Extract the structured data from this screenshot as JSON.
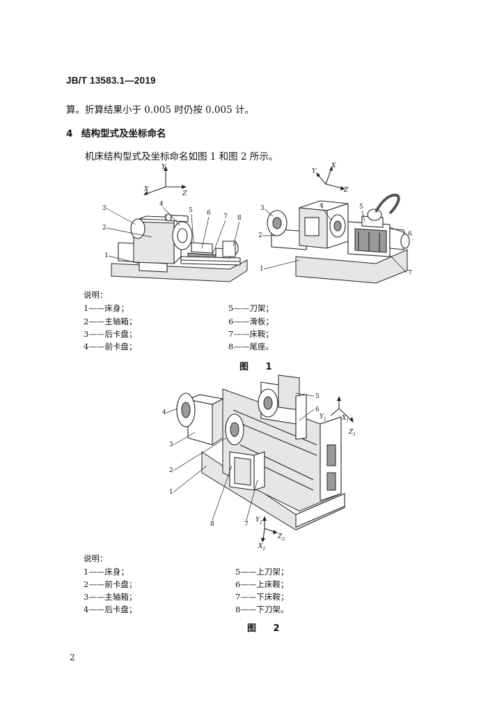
{
  "header": {
    "standard_code": "JB/T 13583.1—2019"
  },
  "continuation_text": "算。折算结果小于 0.005 时仍按 0.005 计。",
  "section": {
    "number": "4",
    "title": "结构型式及坐标命名"
  },
  "intro_text": "机床结构型式及坐标命名如图 1 和图 2 所示。",
  "figure1": {
    "axes": {
      "y": "Y",
      "x": "X",
      "z": "Z"
    },
    "axes_right": {
      "y": "Y",
      "x": "X",
      "z": "Z"
    },
    "callouts_left": [
      "3",
      "2",
      "1",
      "4",
      "5",
      "6",
      "7",
      "8"
    ],
    "callouts_right": [
      "3",
      "2",
      "1",
      "4",
      "5",
      "6",
      "7"
    ],
    "legend_title": "说明：",
    "legend_left": [
      "1——床身；",
      "2——主轴箱；",
      "3——后卡盘；",
      "4——前卡盘；"
    ],
    "legend_right": [
      "5——刀架；",
      "6——滑板；",
      "7——床鞍；",
      "8——尾座。"
    ],
    "caption": "图 1"
  },
  "figure2": {
    "axes_upper": {
      "y": "Y",
      "y_sub": "1",
      "x": "X",
      "x_sub": "1",
      "z": "Z",
      "z_sub": "1"
    },
    "axes_lower": {
      "y": "Y",
      "y_sub": "2",
      "x": "X",
      "x_sub": "2",
      "z": "Z",
      "z_sub": "2"
    },
    "callouts": [
      "4",
      "3",
      "2",
      "1",
      "8",
      "7",
      "5",
      "6"
    ],
    "legend_title": "说明：",
    "legend_left": [
      "1——床身；",
      "2——前卡盘；",
      "3——主轴箱；",
      "4——后卡盘；"
    ],
    "legend_right": [
      "5——上刀架；",
      "6——上床鞍；",
      "7——下床鞍；",
      "8——下刀架。"
    ],
    "caption": "图 2"
  },
  "page_number": "2"
}
